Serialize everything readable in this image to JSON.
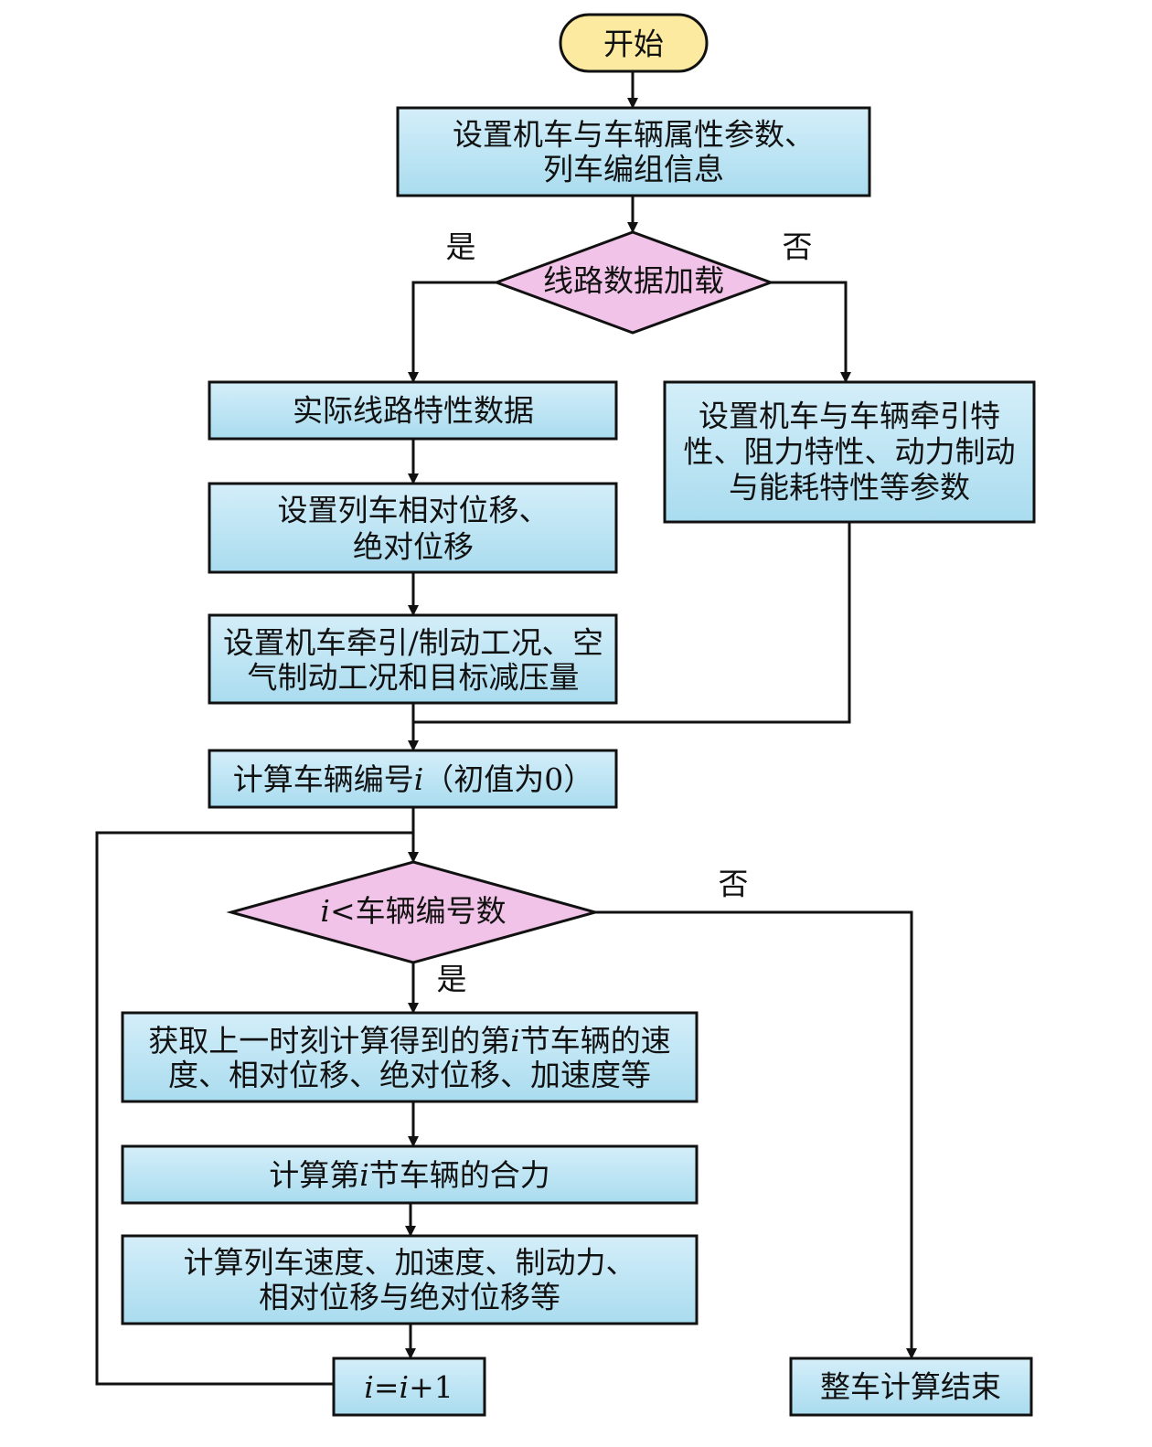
{
  "nodes": {
    "start": {
      "text": "开始"
    },
    "set_attrs": {
      "line1": "设置机车与车辆属性参数、",
      "line2": "列车编组信息"
    },
    "route_decision": {
      "text": "线路数据加载"
    },
    "actual_route": {
      "text": "实际线路特性数据"
    },
    "set_traction": {
      "line1": "设置机车与车辆牵引特",
      "line2": "性、阻力特性、动力制动",
      "line3": "与能耗特性等参数"
    },
    "set_displacement": {
      "line1": "设置列车相对位移、",
      "line2": "绝对位移"
    },
    "set_conditions": {
      "line1": "设置机车牵引/制动工况、空",
      "line2": "气制动工况和目标减压量"
    },
    "calc_index": {
      "prefix": "计算车辆编号",
      "var": "i",
      "suffix": "（初值为0）"
    },
    "loop_decision": {
      "var": "i",
      "text": "<车辆编号数"
    },
    "get_prev": {
      "line1_prefix": "获取上一时刻计算得到的第",
      "line1_var": "i",
      "line1_suffix": "节车辆的速",
      "line2": "度、相对位移、绝对位移、加速度等"
    },
    "calc_force": {
      "prefix": "计算第",
      "var": "i",
      "suffix": "节车辆的合力"
    },
    "calc_speed": {
      "line1": "计算列车速度、加速度、制动力、",
      "line2": "相对位移与绝对位移等"
    },
    "increment": {
      "var1": "i",
      "eq": "=",
      "var2": "i",
      "rest": "+1"
    },
    "end": {
      "text": "整车计算结束"
    }
  },
  "edge_labels": {
    "route_yes": "是",
    "route_no": "否",
    "loop_no": "否",
    "loop_yes": "是"
  },
  "colors": {
    "start_fill": "#FBEAA0",
    "process_fill_top": "#D4EEF9",
    "process_fill_bottom": "#A9DCEF",
    "decision_fill": "#F2C3E8",
    "stroke": "#111111"
  }
}
